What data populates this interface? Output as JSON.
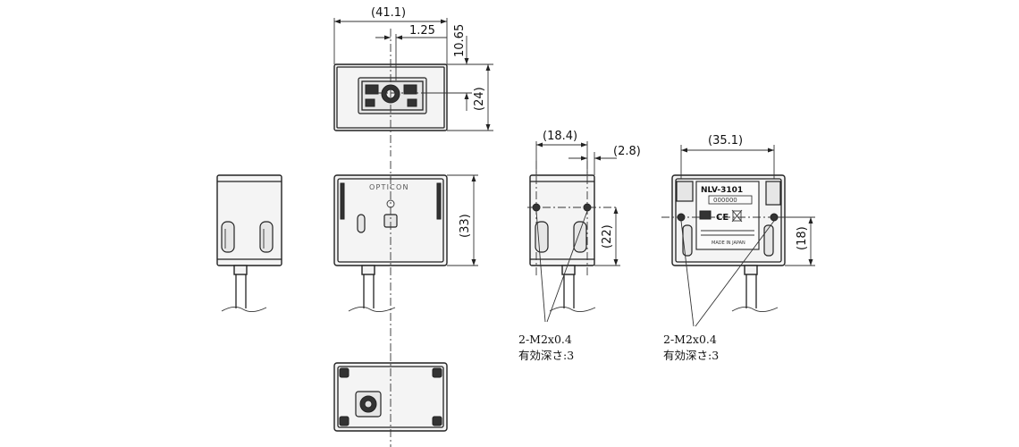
{
  "dimensions": {
    "top_width": "(41.1)",
    "top_offset": "1.25",
    "top_edge": "10.65",
    "top_height": "(24)",
    "front_height": "(33)",
    "side_width": "(18.4)",
    "side_offset": "(2.8)",
    "side_height": "(22)",
    "back_width": "(35.1)",
    "back_height": "(18)"
  },
  "notes": {
    "side_screw": "2-M2x0.4",
    "side_depth": "有効深さ:3",
    "back_screw": "2-M2x0.4",
    "back_depth": "有効深さ:3"
  },
  "labels": {
    "brand": "OPTICON",
    "model": "NLV-3101",
    "serial": "000000",
    "made_in": "MADE IN JAPAN"
  }
}
